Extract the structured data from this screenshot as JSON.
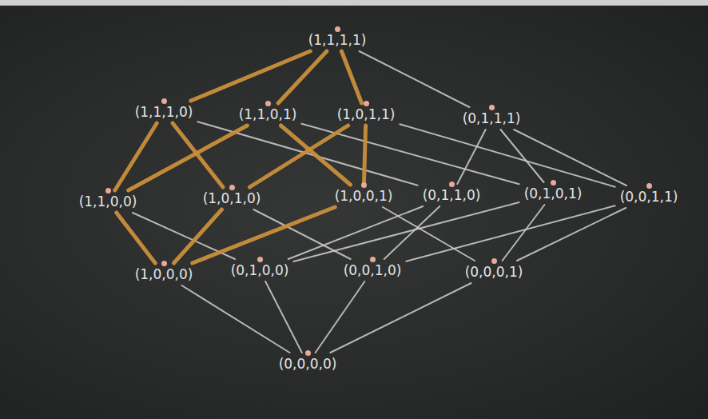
{
  "diagram": {
    "nodes": [
      {
        "text": [
          "(1,1,1,1)"
        ]
      },
      {
        "text": [
          "(1,1,1,0)"
        ]
      },
      {
        "text": [
          "(1,1,0,1)"
        ]
      },
      {
        "text": [
          "(1,0,1,1)"
        ]
      },
      {
        "text": [
          "(0,1,1,1)"
        ]
      },
      {
        "text": [
          "(1,1,0,0)"
        ]
      },
      {
        "text": [
          "(1,0,1,0)"
        ]
      },
      {
        "text": [
          "(1,0,0,1)"
        ]
      },
      {
        "text": [
          "(0,1,1,0)"
        ]
      },
      {
        "text": [
          "(0,1,0,1)"
        ]
      },
      {
        "text": [
          "(0,0,1,1)"
        ]
      },
      {
        "text": [
          "(1,0,0,0)"
        ]
      },
      {
        "text": [
          "(0,1,0,0)"
        ]
      },
      {
        "text": [
          "(0,0,1,0)"
        ]
      },
      {
        "text": [
          "(0,0,0,1)"
        ]
      },
      {
        "text": [
          "(0,0,0,0)"
        ]
      }
    ],
    "edges": [
      {
        "from": 0,
        "to": 1,
        "arrow": "none"
      },
      {
        "from": 0,
        "to": 2,
        "arrow": "none"
      },
      {
        "from": 0,
        "to": 3,
        "arrow": "none"
      },
      {
        "from": 0,
        "to": 4,
        "arrow": "none"
      },
      {
        "from": 1,
        "to": 5,
        "arrow": "none"
      },
      {
        "from": 1,
        "to": 6,
        "arrow": "none"
      },
      {
        "from": 1,
        "to": 8,
        "arrow": "none"
      },
      {
        "from": 2,
        "to": 5,
        "arrow": "none"
      },
      {
        "from": 2,
        "to": 7,
        "arrow": "none"
      },
      {
        "from": 2,
        "to": 9,
        "arrow": "none"
      },
      {
        "from": 3,
        "to": 6,
        "arrow": "none"
      },
      {
        "from": 3,
        "to": 7,
        "arrow": "none"
      },
      {
        "from": 3,
        "to": 10,
        "arrow": "none"
      },
      {
        "from": 4,
        "to": 8,
        "arrow": "none"
      },
      {
        "from": 4,
        "to": 9,
        "arrow": "none"
      },
      {
        "from": 4,
        "to": 10,
        "arrow": "none"
      },
      {
        "from": 5,
        "to": 11,
        "arrow": "none"
      },
      {
        "from": 5,
        "to": 12,
        "arrow": "none"
      },
      {
        "from": 6,
        "to": 11,
        "arrow": "none"
      },
      {
        "from": 6,
        "to": 13,
        "arrow": "none"
      },
      {
        "from": 7,
        "to": 11,
        "arrow": "none"
      },
      {
        "from": 7,
        "to": 14,
        "arrow": "none"
      },
      {
        "from": 8,
        "to": 12,
        "arrow": "none"
      },
      {
        "from": 8,
        "to": 13,
        "arrow": "none"
      },
      {
        "from": 9,
        "to": 12,
        "arrow": "none"
      },
      {
        "from": 9,
        "to": 14,
        "arrow": "none"
      },
      {
        "from": 10,
        "to": 13,
        "arrow": "none"
      },
      {
        "from": 10,
        "to": 14,
        "arrow": "none"
      },
      {
        "from": 11,
        "to": 15,
        "arrow": "none"
      },
      {
        "from": 12,
        "to": 15,
        "arrow": "none"
      },
      {
        "from": 13,
        "to": 15,
        "arrow": "none"
      },
      {
        "from": 14,
        "to": 15,
        "arrow": "none"
      }
    ]
  }
}
